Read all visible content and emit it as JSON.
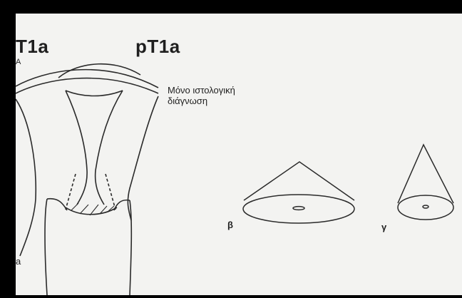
{
  "labels": {
    "left_stage": "T1a",
    "right_stage": "pT1a",
    "panel_marker_top": "A",
    "note_line1": "Μόνο ιστολογική",
    "note_line2": "διάγνωση",
    "cone_wide_letter": "β",
    "cone_narrow_letter": "γ",
    "panel_marker_bottom": "a"
  },
  "colors": {
    "border": "#000000",
    "paper": "#f3f3f1",
    "ink": "#1f1f1f"
  }
}
